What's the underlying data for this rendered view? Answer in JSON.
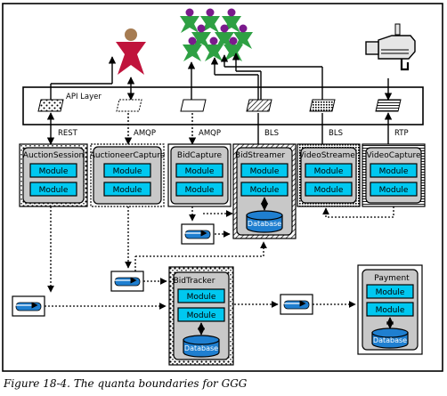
{
  "caption": "Figure 18-4. The quanta boundaries for GGG",
  "api_layer": "API Layer",
  "protocols": {
    "rest": "REST",
    "amqp1": "AMQP",
    "amqp2": "AMQP",
    "bls1": "BLS",
    "bls2": "BLS",
    "rtp": "RTP"
  },
  "module_label": "Module",
  "database_label": "Database",
  "services": {
    "auction_session": "AuctionSession",
    "auctioneer_capture": "AuctioneerCapture",
    "bid_capture": "BidCapture",
    "bid_streamer": "BidStreamer",
    "video_streamer": "VideoStreamer",
    "video_capture": "VideoCapture",
    "bid_tracker": "BidTracker",
    "payment": "Payment"
  },
  "colors": {
    "module": "#00c8f0",
    "database": "#1f7fd0",
    "service_fill": "#c8c8c8",
    "auctioneer": "#c0143c",
    "bidder": "#2ea043",
    "bidder_head": "#7a1a8c",
    "auctioneer_head": "#a67c52"
  }
}
